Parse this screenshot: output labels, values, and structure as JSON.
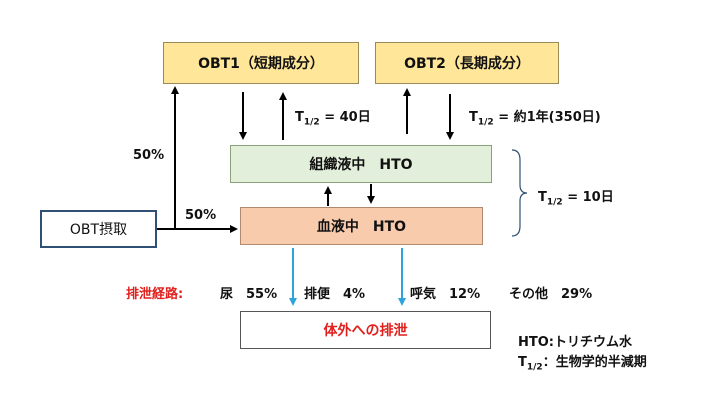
{
  "boxes": {
    "obt1": "OBT1（短期成分）",
    "obt2": "OBT2（長期成分）",
    "tissue": "組織液中　HTO",
    "blood": "血液中　HTO",
    "intake": "OBT摂取",
    "excretion": "体外への排泄"
  },
  "labels": {
    "pct_up": "50%",
    "pct_right": "50%",
    "half_obt1": " = 40日",
    "half_obt2": " = 約1年(350日)",
    "half_tissue": " = 10日"
  },
  "excretion_route": {
    "title": "排泄経路:",
    "urine": "尿　55%",
    "feces": "排便　4%",
    "breath": "呼気　12%",
    "other": "その他　29%"
  },
  "legend": {
    "hto": "HTO:トリチウム水",
    "half_life": "：生物学的半減期"
  },
  "symbols": {
    "T": "T",
    "sub": "1/2"
  },
  "colors": {
    "obt_fill": "#ffe699",
    "tissue_fill": "#e2efda",
    "blood_fill": "#f8cbad",
    "excretion_text": "#e0201d",
    "blue_arrow": "#2ea3dc"
  }
}
